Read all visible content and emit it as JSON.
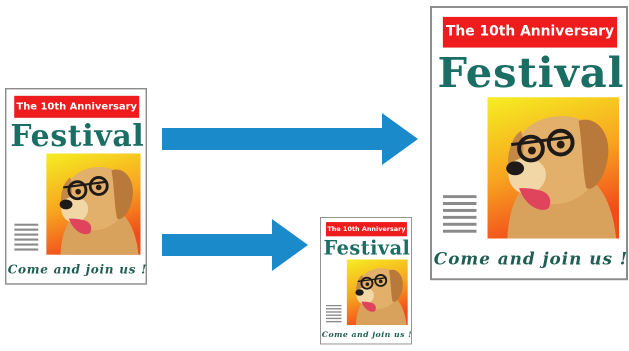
{
  "poster": {
    "banner_text": "The 10th Anniversary",
    "headline": "Festival",
    "tagline": "Come and join us !"
  },
  "colors": {
    "banner": "#ee1c1c",
    "headline": "#1a6e63",
    "arrow": "#1a8acb",
    "photo_background_top": "#f6ee22",
    "photo_background_bottom": "#f24a1c",
    "dog_fur": "#d9a25c"
  },
  "icons": {
    "arrow": "right-arrow-icon",
    "photo": "dog-with-glasses-illustration"
  }
}
